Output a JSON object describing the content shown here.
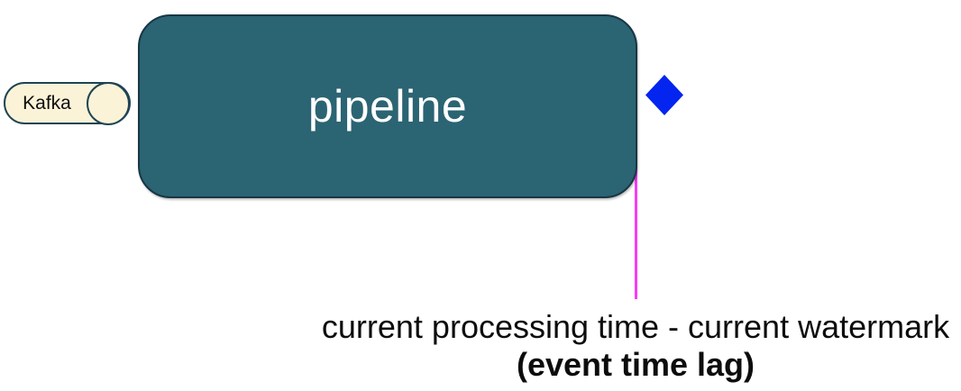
{
  "kafka": {
    "label": "Kafka"
  },
  "pipeline": {
    "label": "pipeline"
  },
  "caption": {
    "line1": "current processing time - current watermark",
    "line2": "(event time lag)"
  },
  "colors": {
    "pipeline_fill": "#2b6473",
    "pipeline_border": "#183644",
    "pipeline_text": "#ffffff",
    "kafka_fill": "#faf3d7",
    "kafka_border": "#1e4454",
    "diamond_blue": "#0424f0",
    "lag_line_magenta": "#f83cf8",
    "text_black": "#0d0d0d"
  }
}
